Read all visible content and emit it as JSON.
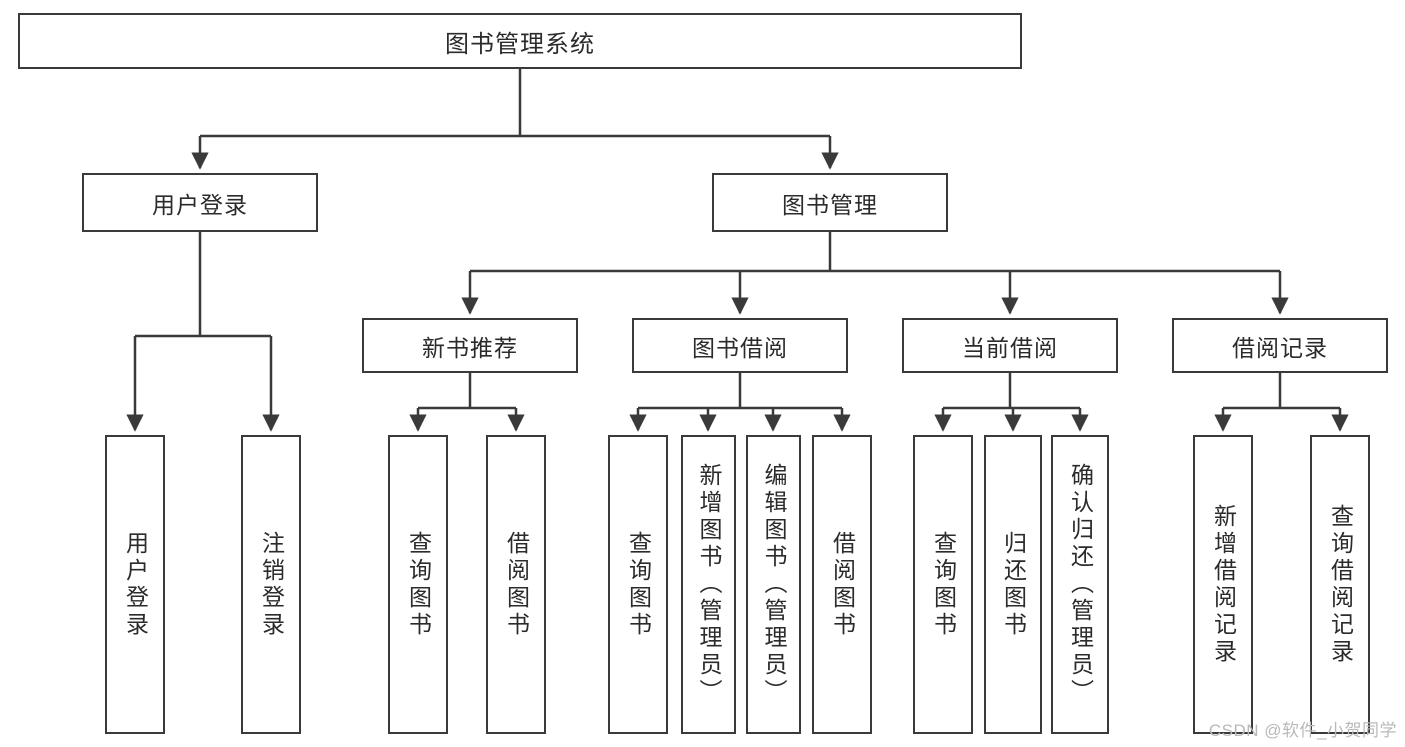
{
  "diagram": {
    "type": "tree",
    "title": "图书管理系统",
    "colors": {
      "box_border": "#3a3a3a",
      "box_fill": "#ffffff",
      "text": "#2b2b2b",
      "connector": "#3a3a3a",
      "watermark": "#b9b9b9",
      "background": "#ffffff"
    },
    "root": {
      "label": "图书管理系统"
    },
    "level1": [
      {
        "label": "用户登录"
      },
      {
        "label": "图书管理"
      }
    ],
    "level2": [
      {
        "label": "新书推荐"
      },
      {
        "label": "图书借阅"
      },
      {
        "label": "当前借阅"
      },
      {
        "label": "借阅记录"
      }
    ],
    "leaves": {
      "user_login": [
        {
          "label": "用户登录"
        },
        {
          "label": "注销登录"
        }
      ],
      "new_book_recommend": [
        {
          "label": "查询图书"
        },
        {
          "label": "借阅图书"
        }
      ],
      "book_borrow": [
        {
          "label": "查询图书"
        },
        {
          "label": "新增图书（管理员）"
        },
        {
          "label": "编辑图书（管理员）"
        },
        {
          "label": "借阅图书"
        }
      ],
      "current_borrow": [
        {
          "label": "查询图书"
        },
        {
          "label": "归还图书"
        },
        {
          "label": "确认归还（管理员）"
        }
      ],
      "borrow_record": [
        {
          "label": "新增借阅记录"
        },
        {
          "label": "查询借阅记录"
        }
      ]
    }
  },
  "watermark": {
    "text": "CSDN @软件_小贺同学"
  }
}
